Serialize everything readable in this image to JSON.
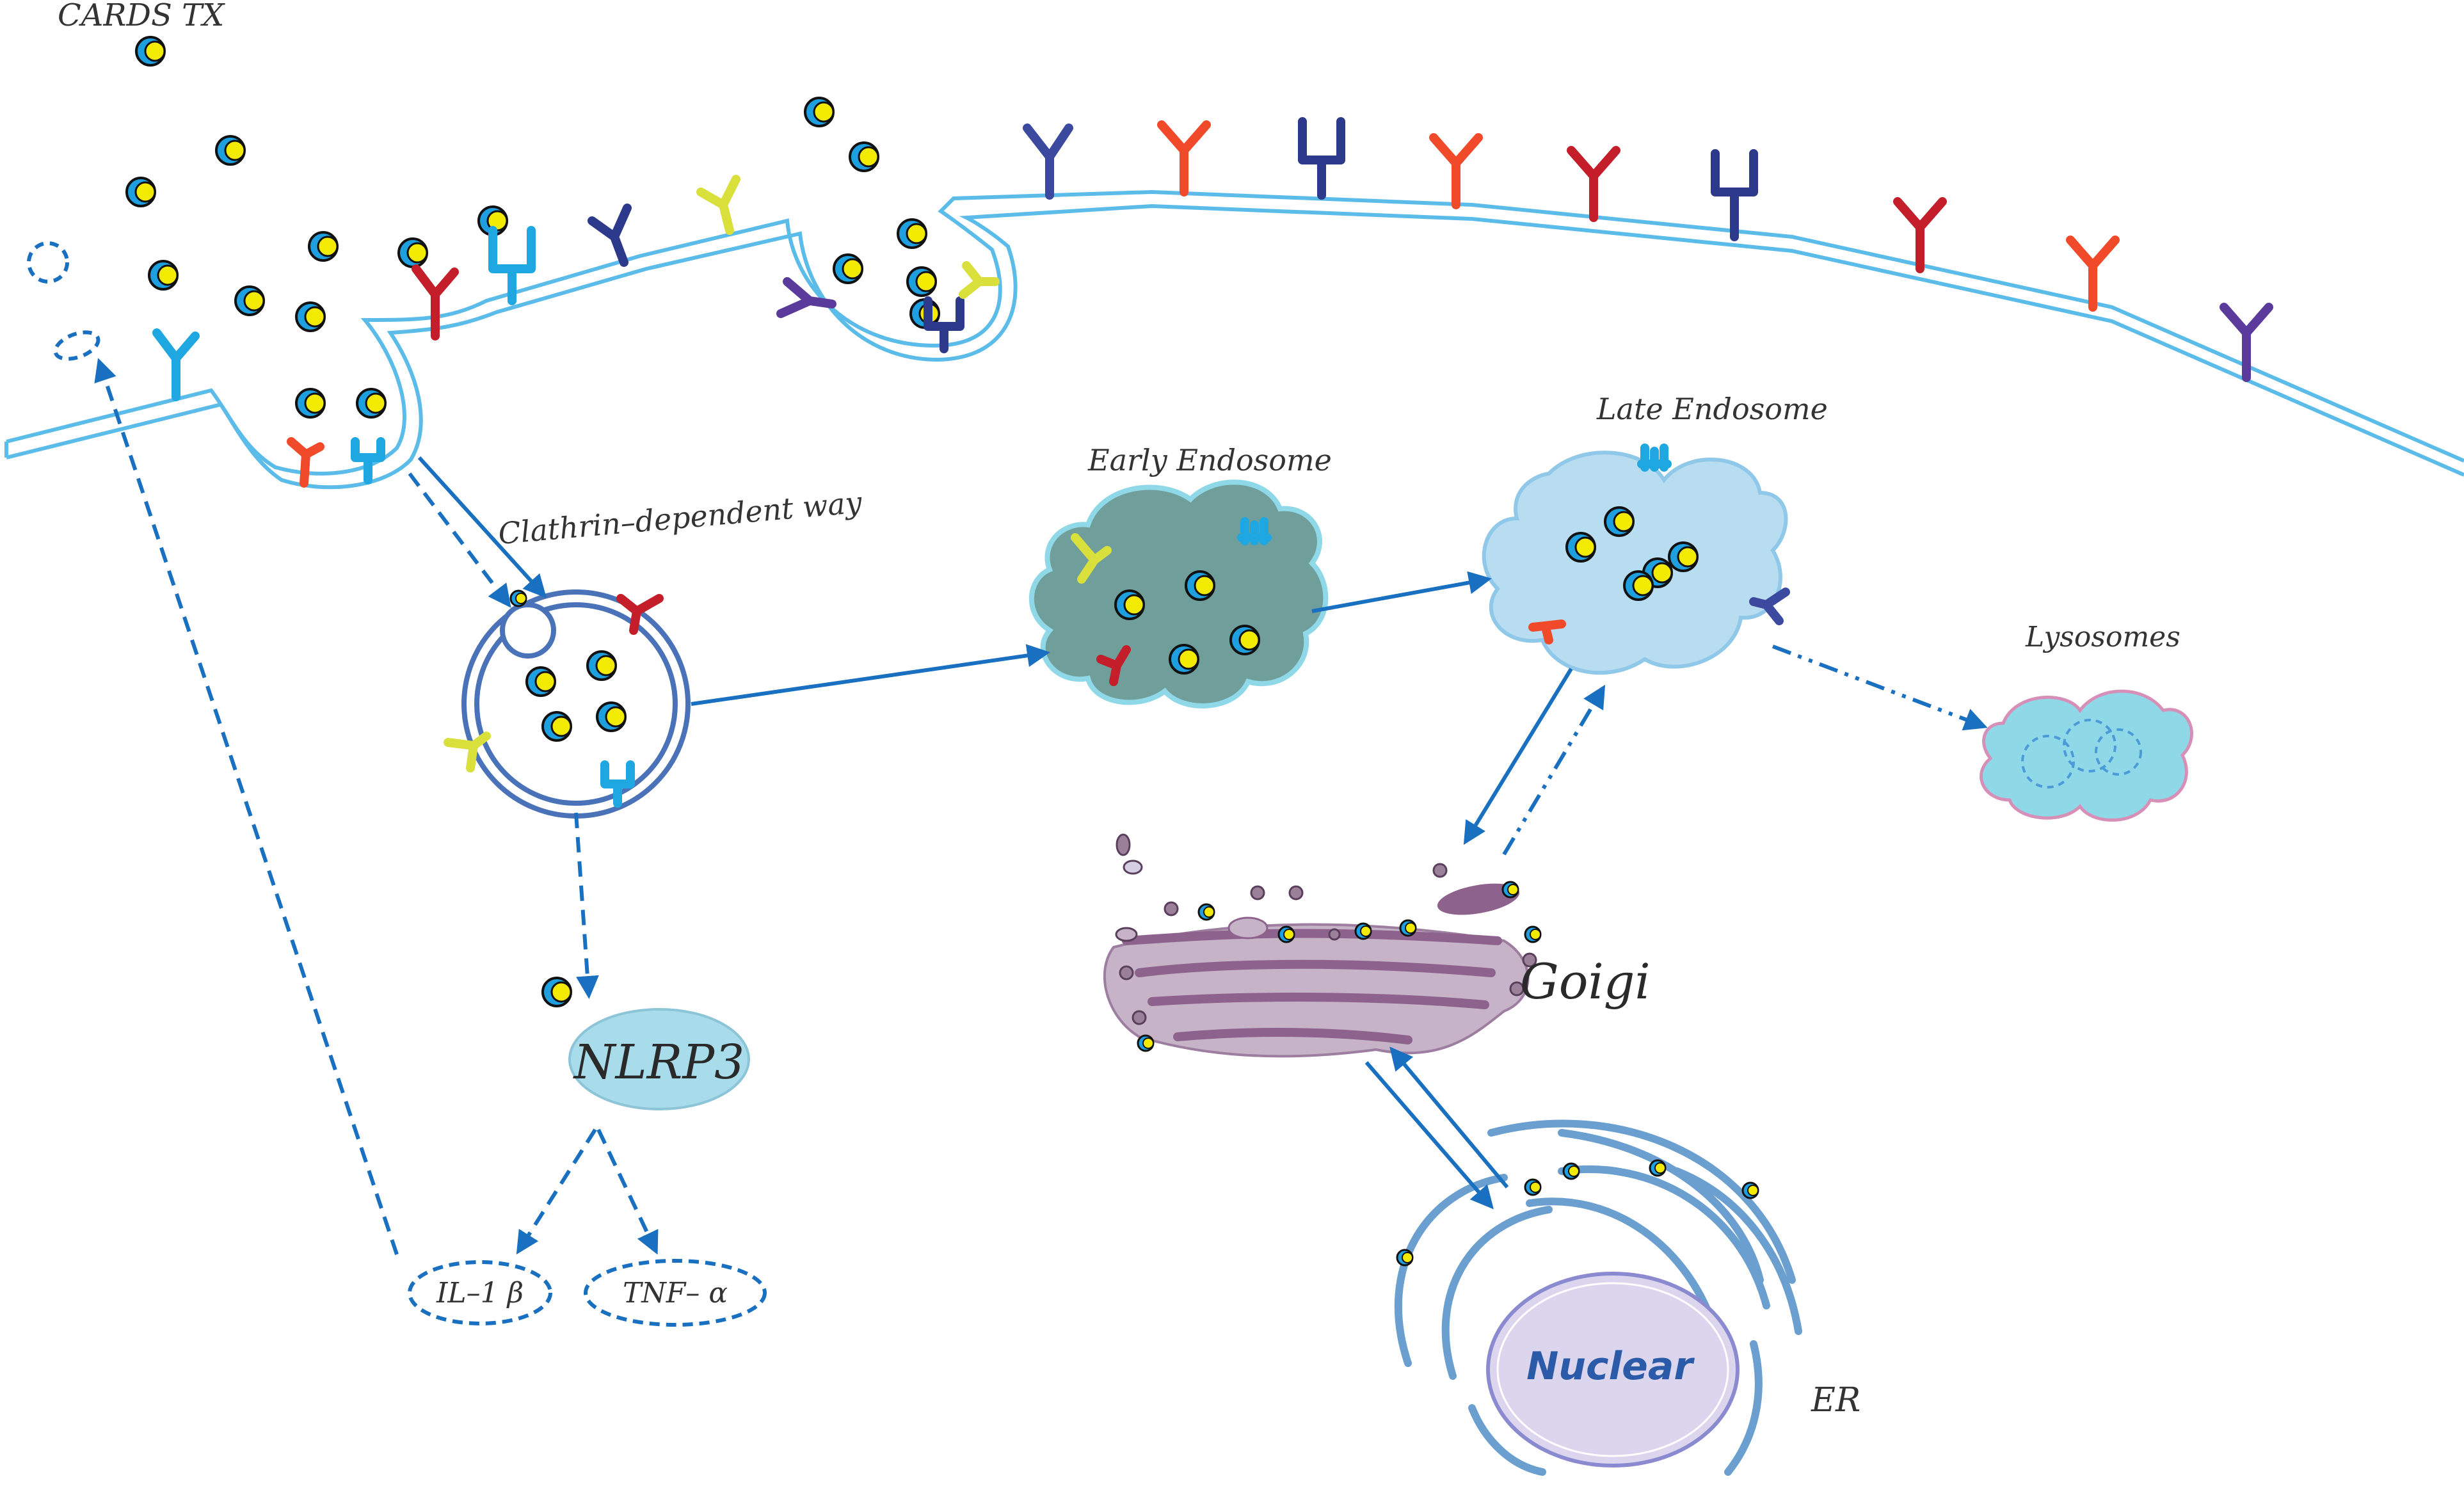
{
  "labels": {
    "cards_tx": "CARDS TX",
    "clathrin": "Clathrin–dependent way",
    "early_endosome": "Early Endosome",
    "late_endosome": "Late Endosome",
    "lysosomes": "Lysosomes",
    "golgi": "Goigi",
    "nlrp3": "NLRP3",
    "il1b": "IL–1 β",
    "tnfa": "TNF– α",
    "nuclear": "Nuclear",
    "er": "ER"
  },
  "colors": {
    "arrow": "#1a70c0",
    "membrane": "#5bbcea",
    "particle_blue": "#1e9fe0",
    "particle_yellow": "#f2ea00",
    "early_endosome_fill": "#6f9e9b",
    "late_endosome_fill": "#b8dcf0",
    "lysosome_fill": "#8fd8e8",
    "nlrp3_fill": "#a8dceb",
    "golgi_fill": "#bfa7c0",
    "nucleus_fill": "#dcd5ee",
    "er_stroke": "#6a9fd0"
  },
  "receptor_colors": [
    "#c41e2a",
    "#f04a2a",
    "#2d3a8c",
    "#5a3a9a",
    "#1fa7e1",
    "#d9df3b",
    "#3b4a9e"
  ]
}
